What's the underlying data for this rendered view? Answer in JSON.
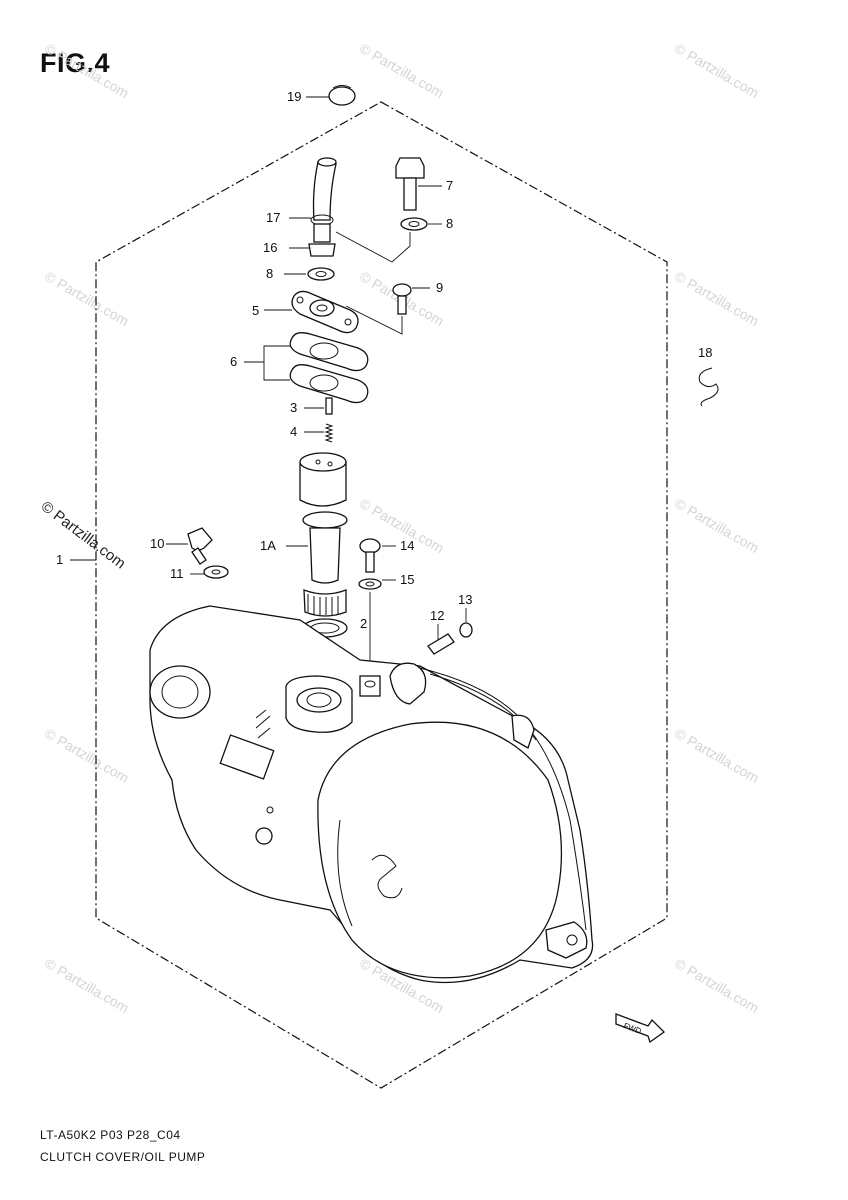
{
  "figure": {
    "title": "FIG.4"
  },
  "footer": {
    "code": "LT-A50K2 P03 P28_C04",
    "name": "CLUTCH COVER/OIL PUMP"
  },
  "watermark": {
    "text": "© Partzilla.com"
  },
  "parts": {
    "p1": "1",
    "p1a": "1A",
    "p2": "2",
    "p3": "3",
    "p4": "4",
    "p5": "5",
    "p6": "6",
    "p7": "7",
    "p8a": "8",
    "p8b": "8",
    "p9": "9",
    "p10": "10",
    "p11": "11",
    "p12": "12",
    "p13": "13",
    "p14": "14",
    "p15": "15",
    "p16": "16",
    "p17": "17",
    "p18": "18",
    "p19": "19"
  },
  "badge": {
    "fwd": "FWD"
  }
}
